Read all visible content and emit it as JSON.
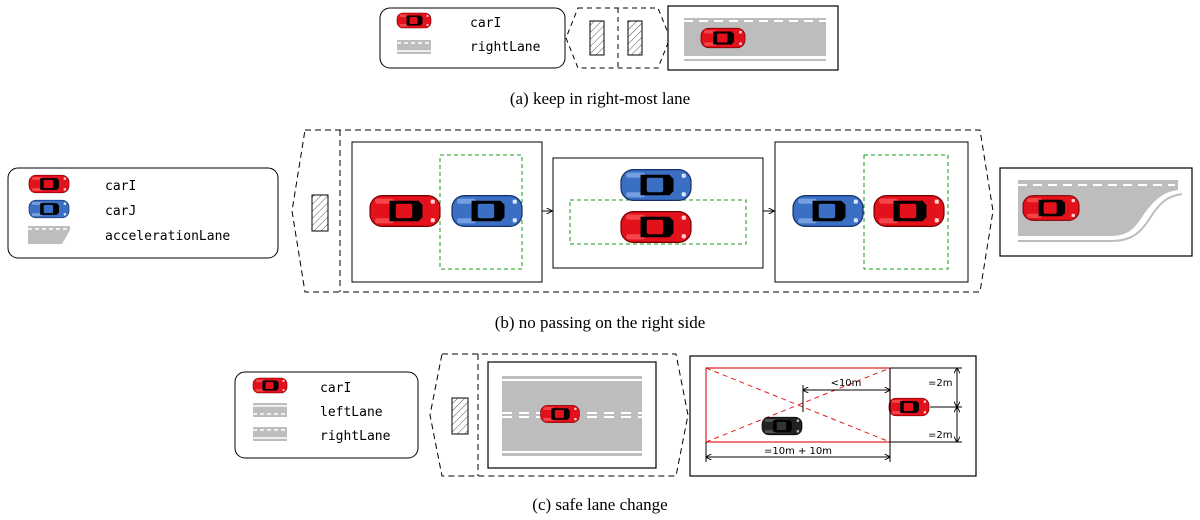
{
  "captions": {
    "a": "(a) keep in right-most lane",
    "b": "(b) no passing on the right side",
    "c": "(c) safe lane change"
  },
  "legend_a": {
    "car_i": "carI",
    "right_lane": "rightLane"
  },
  "legend_b": {
    "car_i": "carI",
    "car_j": "carJ",
    "acceleration_lane": "accelerationLane"
  },
  "legend_c": {
    "car_i": "carI",
    "left_lane": "leftLane",
    "right_lane": "rightLane"
  },
  "dimensions_c": {
    "front_gap": "<10m",
    "length": "=10m + 10m",
    "upper_offset": "=2m",
    "lower_offset": "=2m"
  },
  "colors": {
    "car_i": "#e3111b",
    "car_j": "#3a6fc4",
    "car_other": "#222222",
    "road": "#bdbdbd",
    "lane_marking": "#ffffff",
    "region_dashed": "#1a9a1a",
    "safety_zone": "#e02020"
  }
}
